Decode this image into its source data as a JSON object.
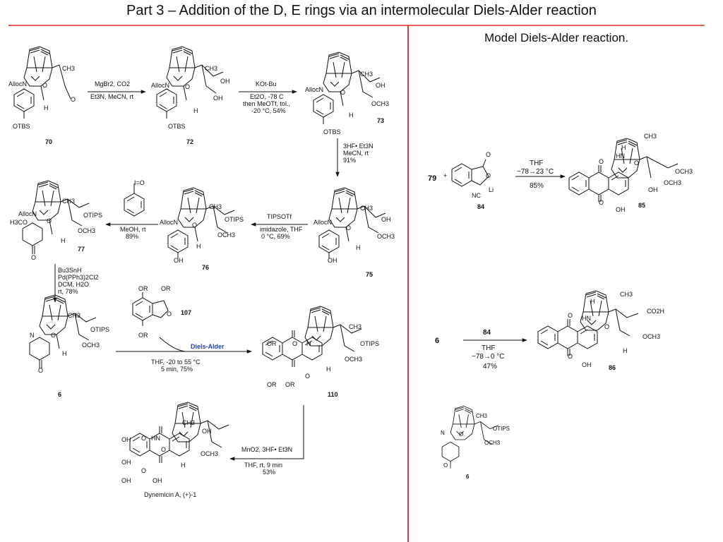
{
  "slide": {
    "title": "Part 3 – Addition of the D, E rings via an intermolecular Diels-Alder reaction",
    "subtitle": "Model Diels-Alder reaction."
  },
  "colors": {
    "rule": "#d40000",
    "accent_blue": "#1f3fbf"
  },
  "compounds": {
    "c70": "70",
    "c72": "72",
    "c73": "73",
    "c75": "75",
    "c76": "76",
    "c77": "77",
    "c6": "6",
    "c107": "107",
    "c110": "110",
    "c79": "79",
    "c84": "84",
    "c85": "85",
    "c86": "86",
    "dynemicin": "Dynemicin A, (+)-1"
  },
  "groups": {
    "alloc_n": "AllocN",
    "o": "O",
    "ch3": "CH3",
    "oh": "OH",
    "otbs": "OTBS",
    "och3": "OCH3",
    "otips": "OTIPS",
    "h3co": "H3CO",
    "or": "OR",
    "n": "N",
    "hn": "HN",
    "h": "H",
    "nc": "NC",
    "li": "Li",
    "co2h": "CO2H",
    "plus": "+",
    "iodo": "I=O"
  },
  "steps": {
    "s1": [
      "MgBr2, CO2",
      "Et3N, MeCN, rt"
    ],
    "s2": [
      "KOt-Bu",
      "Et2O, -78 C",
      "then MeOTf, tol.,",
      "-20 °C, 54%"
    ],
    "s3": [
      "3HF• Et3N",
      "MeCN, rt",
      "91%"
    ],
    "s4": [
      "TIPSOTf",
      "imidazole, THF",
      "0 °C, 69%"
    ],
    "s5": [
      "MeOH, rt",
      "89%"
    ],
    "s6": [
      "Bu3SnH",
      "Pd(PPh3)2Cl2",
      "DCM, H2O",
      "rt, 78%"
    ],
    "s7_label": "Diels-Alder",
    "s7": [
      "THF, -20 to 55 °C",
      "5 min, 75%"
    ],
    "s8": [
      "MnO2, 3HF• Et3N",
      "THF, rt, 9 min",
      "53%"
    ],
    "m1": [
      "THF",
      "−78→23 °C",
      "85%"
    ],
    "m2": [
      "84",
      "THF",
      "−78→0 °C",
      "47%"
    ]
  }
}
